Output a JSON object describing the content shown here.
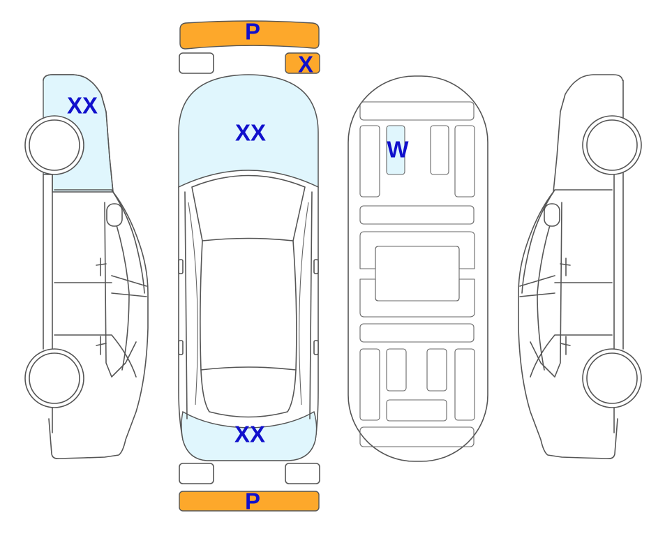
{
  "colors": {
    "damage_fill": "#e0f6fd",
    "highlight_fill": "#fda82b",
    "outline": "#555555",
    "label": "#1010cc"
  },
  "marks": {
    "front_bumper": "P",
    "front_right_lamp": "X",
    "left_front_fender": "XX",
    "hood": "XX",
    "trunk_lid": "XX",
    "interior_front_left_seat": "W",
    "rear_bumper": "P"
  }
}
